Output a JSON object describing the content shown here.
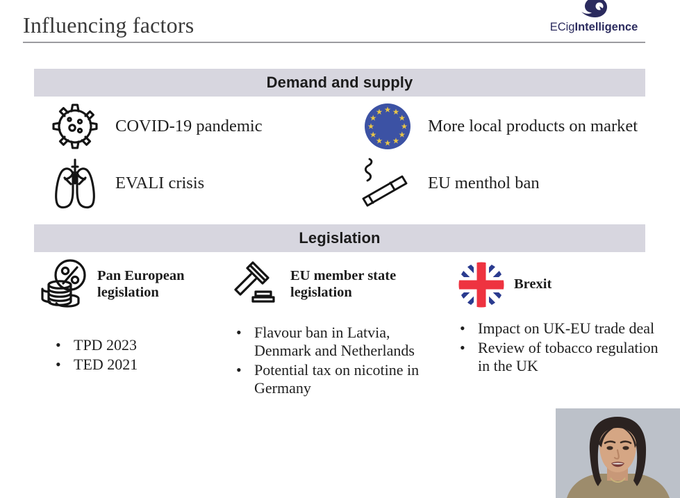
{
  "slide": {
    "title": "Influencing factors"
  },
  "logo": {
    "mark_name": "ecigintelligence-logo-mark",
    "text_light": "ECig",
    "text_bold": "Intelligence",
    "color": "#2b2b5e"
  },
  "sections": [
    {
      "id": "demand-and-supply",
      "banner_label": "Demand and supply",
      "banner_color": "#d7d6df",
      "items": [
        {
          "icon": "virus-icon",
          "label": "COVID-19 pandemic"
        },
        {
          "icon": "eu-flag-icon",
          "label": "More local products on market"
        },
        {
          "icon": "lungs-icon",
          "label": "EVALI crisis"
        },
        {
          "icon": "cigarette-icon",
          "label": "EU menthol ban"
        }
      ]
    },
    {
      "id": "legislation",
      "banner_label": "Legislation",
      "banner_color": "#d7d6df",
      "columns": [
        {
          "icon": "coins-percent-icon",
          "title": "Pan European legislation",
          "bullets": [
            "TPD 2023",
            "TED 2021"
          ]
        },
        {
          "icon": "gavel-icon",
          "title": "EU member state legislation",
          "bullets": [
            "Flavour ban in Latvia, Denmark and Netherlands",
            "Potential tax on nicotine in Germany"
          ]
        },
        {
          "icon": "uk-flag-icon",
          "title": "Brexit",
          "bullets": [
            "Impact on UK-EU trade deal",
            "Review of tobacco regulation in the UK"
          ]
        }
      ]
    }
  ],
  "webcam": {
    "name": "presenter-video-overlay"
  },
  "bullet_glyph": "•"
}
